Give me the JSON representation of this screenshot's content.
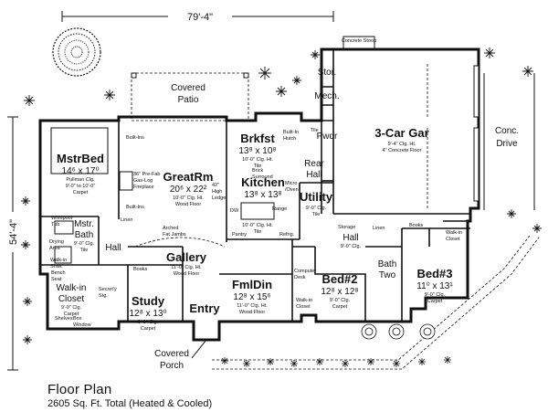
{
  "dimensions": {
    "width_label": "79'-4\"",
    "depth_label": "54'-4\""
  },
  "caption": {
    "title": "Floor Plan",
    "subtitle": "2605 Sq. Ft. Total (Heated & Cooled)"
  },
  "rooms": {
    "covered_patio": [
      "Covered",
      "Patio"
    ],
    "mstr_bed": {
      "name": "MstrBed",
      "size": "14⁶ x 17⁰",
      "notes": [
        "Pullman Clg.",
        "9'-0\" to 10'-0\"",
        "Carpet"
      ]
    },
    "great_rm": {
      "name": "GreatRm",
      "size": "20⁶ x 22²",
      "notes": [
        "10'-0\" Clg. Ht.",
        "Wood Floor"
      ]
    },
    "brkfst": {
      "name": "Brkfst",
      "size": "13⁸ x 10⁸",
      "notes": [
        "10'-0\" Clg. Ht.",
        "Tile"
      ]
    },
    "kitchen": {
      "name": "Kitchen",
      "size": "13⁸ x 13⁸",
      "notes": [
        "10'-0\" Clg. Ht.",
        "Tile"
      ]
    },
    "garage": {
      "name": "3-Car Gar",
      "notes": [
        "9'-4\" Clg. Ht.",
        "4\" Concrete Floor"
      ]
    },
    "conc_drive": [
      "Conc.",
      "Drive"
    ],
    "concrete_stoop": "Concrete Stoop",
    "stor": "Stor.",
    "mech": "Mech.",
    "pwdr": "Pwdr",
    "rear_hall": [
      "Rear",
      "Hall"
    ],
    "utility": {
      "name": "Utility",
      "notes": [
        "9'-0\" Clg.",
        "Tile"
      ]
    },
    "hall_right": {
      "name": "Hall",
      "notes": [
        "9'-0\" Clg."
      ]
    },
    "mstr_bath": {
      "name": [
        "Mstr.",
        "Bath"
      ],
      "notes": [
        "9'-0\" Clg.",
        "Tile"
      ]
    },
    "hall_left": "Hall",
    "walkin_closet": {
      "name": [
        "Walk-in",
        "Closet"
      ],
      "notes": [
        "9'-0\" Clg.",
        "Carpet"
      ]
    },
    "gallery": {
      "name": "Gallery",
      "notes": [
        "11'-0\" Clg. Ht.",
        "Wood Floor"
      ]
    },
    "study": {
      "name": "Study",
      "size": "12⁸ x 13⁰",
      "notes": [
        "9'-0\" Clg.",
        "Carpet"
      ]
    },
    "entry": "Entry",
    "fml_din": {
      "name": "FmlDin",
      "size": "12⁸ x 15⁶",
      "notes": [
        "11'-0\" Clg. Ht.",
        "Wood Floor"
      ]
    },
    "bed2": {
      "name": "Bed#2",
      "size": "12⁸ x 12⁸",
      "notes": [
        "9'-0\" Clg.",
        "Carpet"
      ]
    },
    "bed3": {
      "name": "Bed#3",
      "size": "11⁰ x 13¹",
      "notes": [
        "9'-0\" Clg.",
        "Carpet"
      ]
    },
    "bath_two": [
      "Bath",
      "Two"
    ],
    "covered_porch": [
      "Covered",
      "Porch"
    ]
  },
  "annotations": {
    "built_ins": "Built-Ins",
    "fireplace": [
      "36\" Pre-Fab",
      "Gas-Log",
      "Fireplace"
    ],
    "high_ledge": [
      "42\"",
      "High",
      "Ledge"
    ],
    "arched_jambs": [
      "Arched",
      "Fat Jambs"
    ],
    "brick_surround": [
      "Brick",
      "Surround"
    ],
    "built_in_hutch": [
      "Built-In",
      "Hutch"
    ],
    "micro_oven": [
      "Micro",
      "/Oven"
    ],
    "range": "Range",
    "refrig": "Refrig.",
    "pantry": "Pantry",
    "linen": "Linen",
    "storage": "Storage",
    "books": "Books",
    "whirlpool": [
      "Whirlpool",
      "Tub"
    ],
    "drying_area": [
      "Drying",
      "Area"
    ],
    "walk_in_shower": [
      "Walk-in",
      "Shwr."
    ],
    "bench": [
      "Bench",
      "Seat"
    ],
    "box_window": [
      "Box",
      "Window"
    ],
    "shelves": "Shelves",
    "secretary": [
      "Secret'y",
      "Stg."
    ],
    "console_desk": [
      "Computer",
      "Desk"
    ],
    "walk_in_closet_small": [
      "Walk-in",
      "Closet"
    ],
    "tile": "Tile",
    "dw": "DW"
  },
  "colors": {
    "ink": "#111111",
    "paper": "#ffffff"
  }
}
